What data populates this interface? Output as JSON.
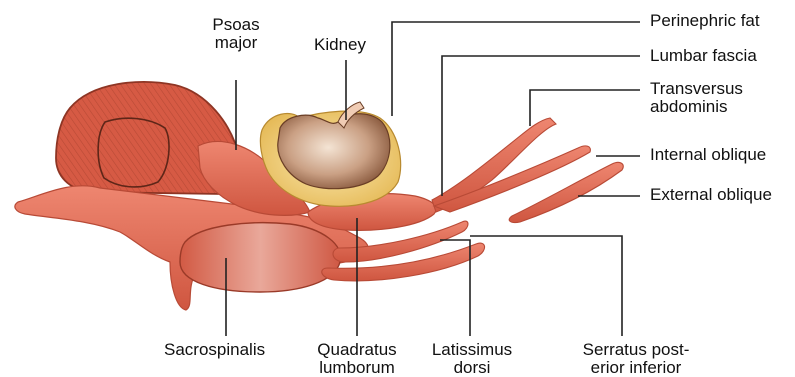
{
  "colors": {
    "muscle": "#d9604a",
    "muscle_dark": "#b84a36",
    "muscle_light": "#ef8a74",
    "kidney": "#c99a7a",
    "fat": "#f2d488",
    "leader": "#222222"
  },
  "labels": {
    "psoas_major": [
      "Psoas",
      "major"
    ],
    "kidney": "Kidney",
    "perinephric_fat": "Perinephric fat",
    "lumbar_fascia": "Lumbar fascia",
    "transversus_abdominis": [
      "Transversus",
      "abdominis"
    ],
    "internal_oblique": "Internal oblique",
    "external_oblique": "External oblique",
    "sacrospinalis": "Sacrospinalis",
    "quadratus_lumborum": [
      "Quadratus",
      "lumborum"
    ],
    "latissimus_dorsi": [
      "Latissimus",
      "dorsi"
    ],
    "serratus_posterior_inferior": [
      "Serratus post-",
      "erior inferior"
    ]
  }
}
